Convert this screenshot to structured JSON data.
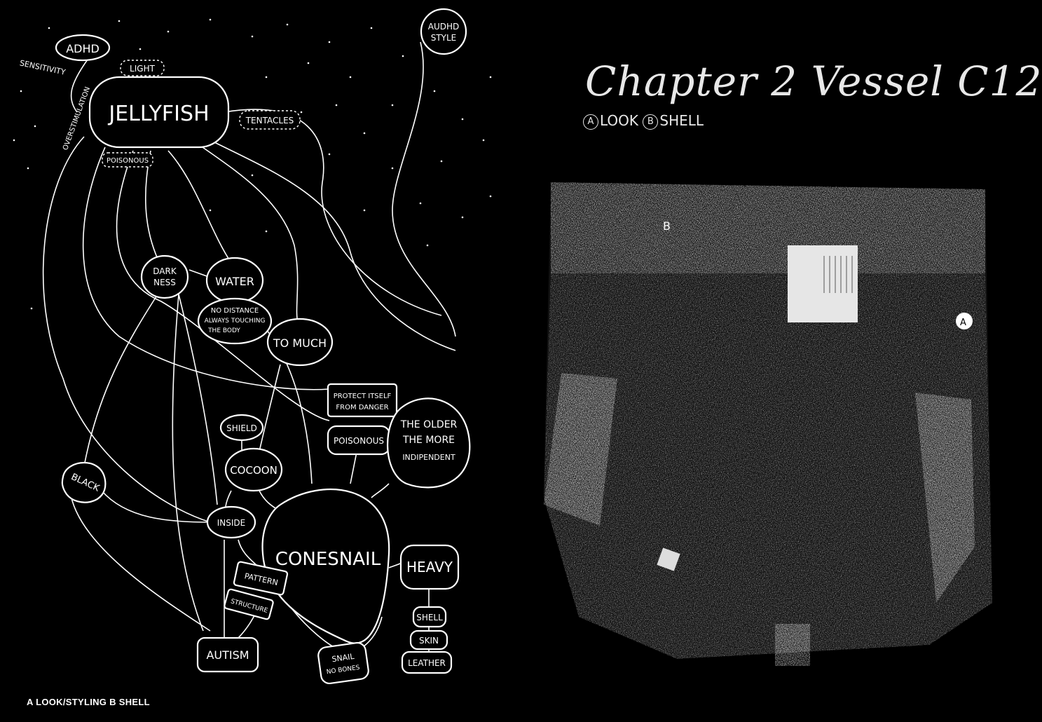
{
  "caption": "A LOOK/STYLING B SHELL",
  "chapter": {
    "title": "Chapter 2 Vessel C12",
    "marker_a": "A",
    "label_look": "LOOK",
    "marker_b": "B",
    "label_shell": "SHELL"
  },
  "photo": {
    "marker_a": "A",
    "marker_b": "B"
  },
  "mindmap": {
    "adhd": "ADHD",
    "audhd_1": "AUDHD",
    "audhd_2": "STYLE",
    "sensitivity": "SENSITIVITY",
    "light": "LIGHT",
    "jellyfish": "JELLYFISH",
    "overstimulation": "OVERSTIMULATION",
    "tentacles": "TENTACLES",
    "poisonous_top": "POISONOUS",
    "darkness_1": "DARK",
    "darkness_2": "NESS",
    "water": "WATER",
    "no_distance_1": "NO DISTANCE",
    "no_distance_2": "ALWAYS TOUCHING",
    "no_distance_3": "THE BODY",
    "to_much": "TO MUCH",
    "protect_1": "PROTECT ITSELF",
    "protect_2": "FROM DANGER",
    "poisonous_mid": "POISONOUS",
    "older_1": "THE OLDER",
    "older_2": "THE MORE",
    "older_3": "INDIPENDENT",
    "shield": "SHIELD",
    "cocoon": "COCOON",
    "black": "BLACK",
    "inside": "INSIDE",
    "conesnail": "CONESNAIL",
    "heavy": "HEAVY",
    "pattern": "PATTERN",
    "structure": "STRUCTURE",
    "shell": "SHELL",
    "skin": "SKIN",
    "leather": "LEATHER",
    "autism": "AUTISM",
    "snail_1": "SNAIL",
    "snail_2": "NO BONES"
  }
}
